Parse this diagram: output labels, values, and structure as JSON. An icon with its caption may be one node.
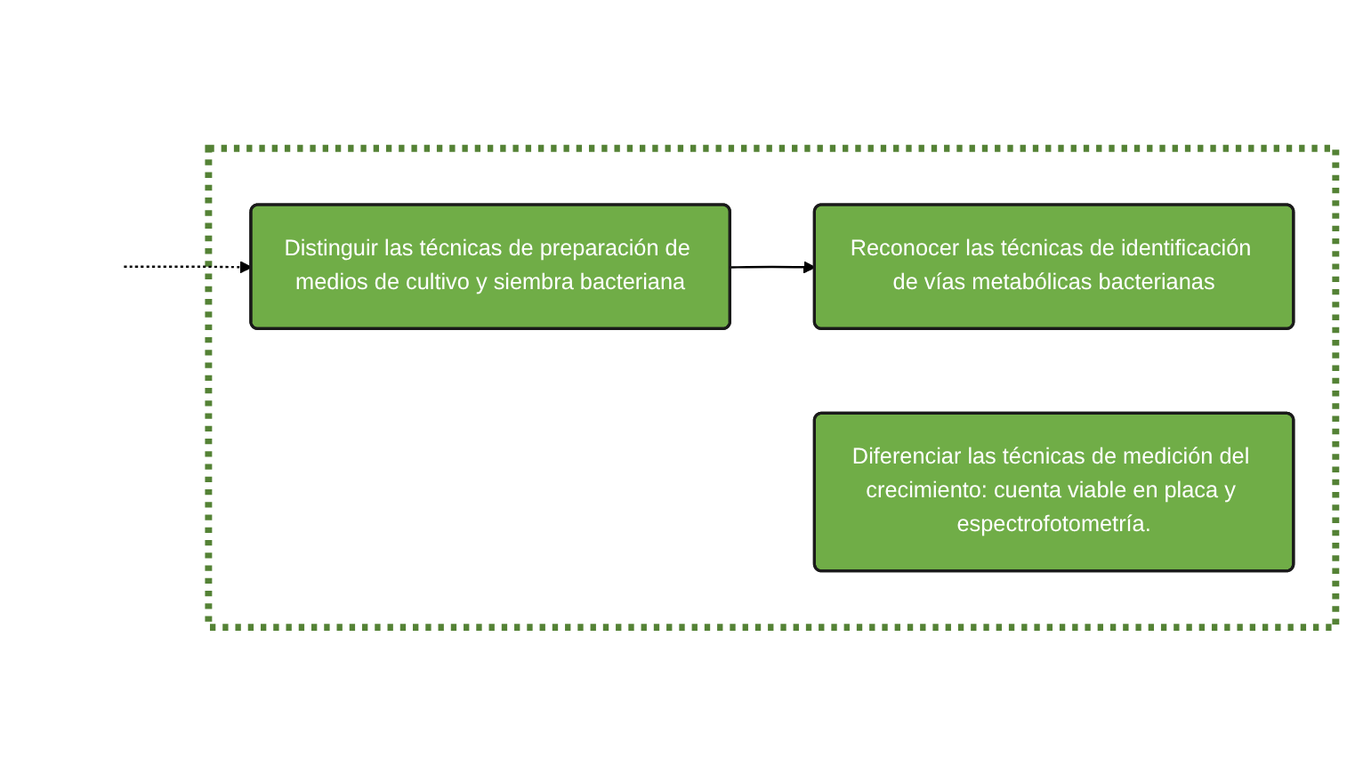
{
  "diagram": {
    "nodes": [
      {
        "text": [],
        "shape": "box"
      },
      {
        "text": [
          "Distinguir las técnicas de preparación de medios de cultivo y siembra bacteriana"
        ],
        "in": 0
      },
      {
        "text": [
          "Reconocer las técnicas de identificación de vías metabólicas bacterianas"
        ],
        "in": 0
      },
      {
        "text": [
          "Diferenciar las técnicas de medición del crecimiento: cuenta viable en placa y espectrofotometría."
        ],
        "in": 0
      }
    ],
    "edges": [
      {
        "from": null,
        "to": 1,
        "arrow": "to",
        "style": "dashed"
      },
      {
        "from": 1,
        "to": 2,
        "arrow": "to"
      }
    ]
  }
}
